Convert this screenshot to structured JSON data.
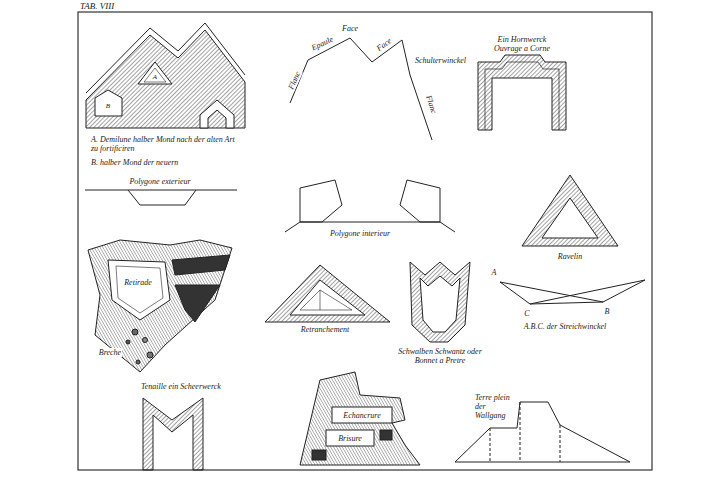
{
  "diagram": {
    "title": "TAB. VIII",
    "labels": [
      "Flanc",
      "Epaule",
      "Face",
      "Face",
      "Schulterwinckel",
      "Flanc",
      "Ein Hornwerck Ouvrage a Corne",
      "A",
      "B",
      "A. Demilune halber Mond nach der alten Art zu fortificiren",
      "B. halber Mond der neuern",
      "Polygone exterieur",
      "Polygone interieur",
      "Ravelin",
      "Retirade",
      "Retranchement",
      "Schwalben Schwantz oder Bonnet a Pretre",
      "A",
      "B",
      "C",
      "A.B.C. der Streichwinckel",
      "Breche",
      "Tenaille ein Scheerwerck",
      "Echancrure",
      "Brisure",
      "Terre plein der Wallgang"
    ]
  }
}
